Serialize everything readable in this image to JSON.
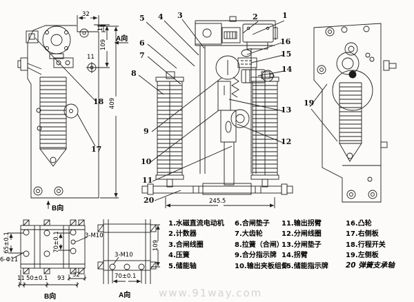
{
  "drawing": {
    "callouts": {
      "c1": "1",
      "c2": "2",
      "c3": "3",
      "c4": "4",
      "c5": "5",
      "c6": "6",
      "c7": "7",
      "c8": "8",
      "c9": "9",
      "c10": "10",
      "c11": "11",
      "c12": "12",
      "c13": "13",
      "c14": "14",
      "c15": "15",
      "c16": "16",
      "c17": "17",
      "c18": "18",
      "c19": "19",
      "c20": "20"
    },
    "left_view": {
      "label_a": "A向",
      "label_b": "B向",
      "dim_32": "32",
      "dim_11_top": "11",
      "dim_109": "109",
      "dim_11_mid": "11",
      "dim_409": "409"
    },
    "front_view": {
      "dim_width": "245.5"
    },
    "bottom_b_view": {
      "label": "B向",
      "dim_65": "65±0.1",
      "dim_70": "70±0.1",
      "dim_holes": "6-Φ11",
      "dim_thread": "3-M10",
      "dim_11": "11",
      "dim_50": "50±0.1",
      "dim_93": "93",
      "dim_32": "32"
    },
    "bottom_a_view": {
      "label": "A向",
      "dim_109": "109",
      "dim_thread": "3-M10",
      "dim_70": "70±0.1"
    }
  },
  "legend": {
    "items": [
      "1.水磁直流电动机",
      "2.计数器",
      "3.合闸线圈",
      "4.压簧",
      "5.储能轴",
      "6.合闸垫子",
      "7.大齿轮",
      "8.拉簧（合闸）",
      "9.合分指示牌",
      "10.输出夹板组件",
      "11.输出拐臂",
      "12.分闸线圈",
      "13.分闸垫子",
      "14.拐臂",
      "15.储能指示牌",
      "16.凸轮",
      "17.右侧板",
      "18.行程开关",
      "19.左侧板",
      "20 弹簧支承轴"
    ]
  },
  "watermark": "www.91way.com"
}
